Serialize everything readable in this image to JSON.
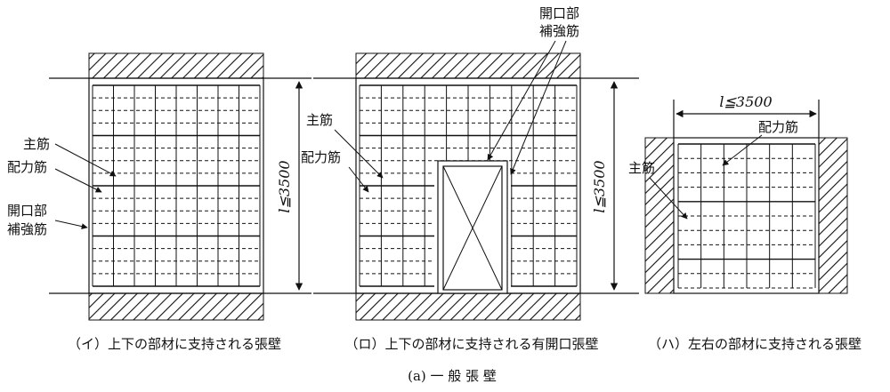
{
  "labels": {
    "a_main": "主筋",
    "a_dist": "配力筋",
    "a_open1": "開口部",
    "a_open2": "補強筋",
    "a_dim": "l≦3500",
    "b_open1": "開口部",
    "b_open2": "補強筋",
    "b_main": "主筋",
    "b_dist": "配力筋",
    "b_dim": "l≦3500",
    "c_dim": "l≦3500",
    "c_dist": "配力筋",
    "c_main": "主筋"
  },
  "captions": {
    "a": "（イ）上下の部材に支持される張壁",
    "b": "（ロ）上下の部材に支持される有開口張壁",
    "c": "（ハ）左右の部材に支持される張壁",
    "figure": "(a) 一 般 張 壁"
  },
  "colors": {
    "ink": "#111111",
    "paper": "#ffffff"
  }
}
